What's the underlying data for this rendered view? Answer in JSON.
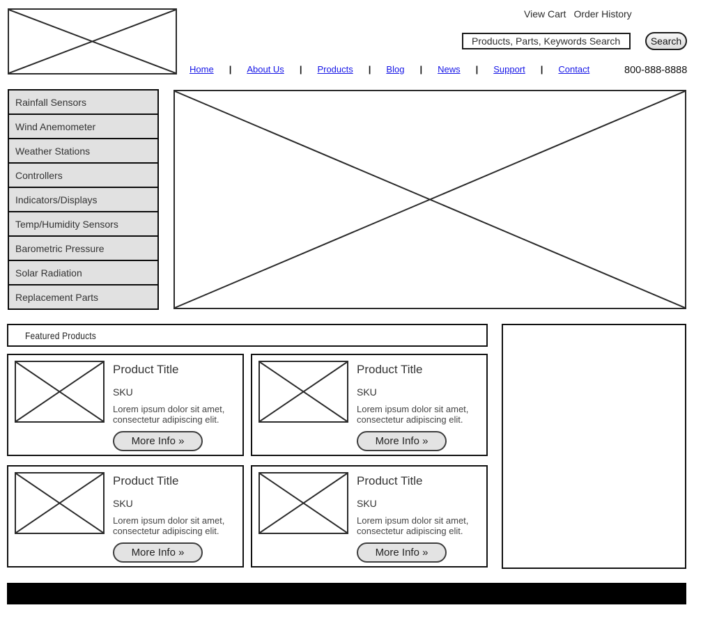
{
  "header": {
    "view_cart": "View Cart",
    "order_history": "Order History",
    "search": {
      "placeholder": "Products, Parts, Keywords Search",
      "button_label": "Search"
    },
    "nav_links": [
      "Home",
      "About Us",
      "Products",
      "Blog",
      "News",
      "Support",
      "Contact"
    ],
    "nav_separator": "|",
    "phone": "800-888-8888"
  },
  "sidebar": {
    "items": [
      "Rainfall Sensors",
      "Wind Anemometer",
      "Weather Stations",
      "Controllers",
      "Indicators/Displays",
      "Temp/Humidity Sensors",
      "Barometric Pressure",
      "Solar Radiation",
      "Replacement Parts"
    ]
  },
  "featured": {
    "title": "Featured Products",
    "products": [
      {
        "title": "Product Title",
        "sku": "SKU",
        "description": "Lorem ipsum dolor sit amet, consectetur adipiscing elit.",
        "more_info_label": "More Info »"
      },
      {
        "title": "Product Title",
        "sku": "SKU",
        "description": "Lorem ipsum dolor sit amet, consectetur adipiscing elit.",
        "more_info_label": "More Info »"
      },
      {
        "title": "Product Title",
        "sku": "SKU",
        "description": "Lorem ipsum dolor sit amet, consectetur adipiscing elit.",
        "more_info_label": "More Info »"
      },
      {
        "title": "Product Title",
        "sku": "SKU",
        "description": "Lorem ipsum dolor sit amet, consectetur adipiscing elit.",
        "more_info_label": "More Info »"
      }
    ]
  },
  "colors": {
    "link_blue": "#1414e6",
    "menu_gray": "#e1e1e1",
    "footer_black": "#000000",
    "border_black": "#111111"
  }
}
